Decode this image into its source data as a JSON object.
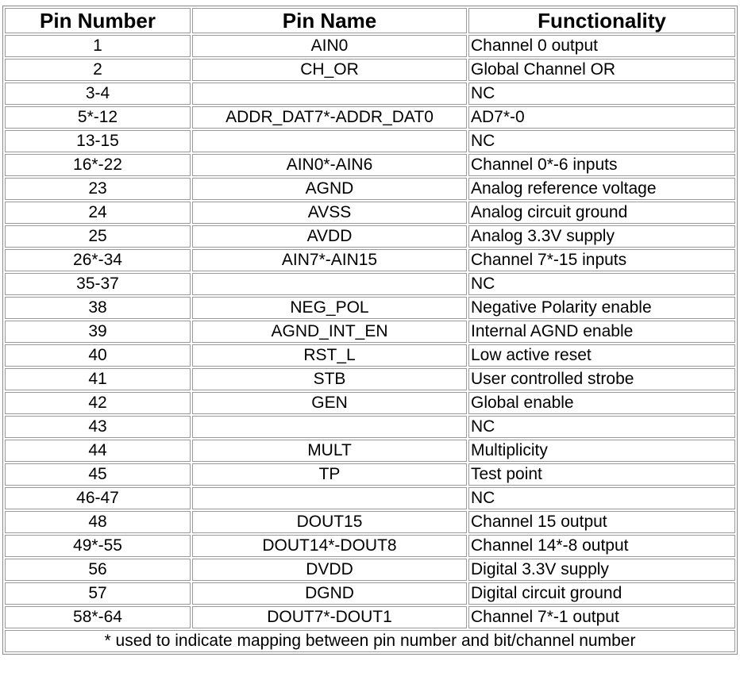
{
  "table": {
    "headers": {
      "pin_number": "Pin Number",
      "pin_name": "Pin Name",
      "functionality": "Functionality"
    },
    "rows": [
      {
        "pin": "1",
        "name": "AIN0",
        "func": "Channel 0 output"
      },
      {
        "pin": "2",
        "name": "CH_OR",
        "func": "Global Channel OR"
      },
      {
        "pin": "3-4",
        "name": "",
        "func": "NC"
      },
      {
        "pin": "5*-12",
        "name": "ADDR_DAT7*-ADDR_DAT0",
        "func": "AD7*-0"
      },
      {
        "pin": "13-15",
        "name": "",
        "func": "NC"
      },
      {
        "pin": "16*-22",
        "name": "AIN0*-AIN6",
        "func": "Channel 0*-6 inputs"
      },
      {
        "pin": "23",
        "name": "AGND",
        "func": "Analog reference voltage"
      },
      {
        "pin": "24",
        "name": "AVSS",
        "func": "Analog circuit ground"
      },
      {
        "pin": "25",
        "name": "AVDD",
        "func": "Analog 3.3V supply"
      },
      {
        "pin": "26*-34",
        "name": "AIN7*-AIN15",
        "func": "Channel 7*-15 inputs"
      },
      {
        "pin": "35-37",
        "name": "",
        "func": "NC"
      },
      {
        "pin": "38",
        "name": "NEG_POL",
        "func": "Negative Polarity enable"
      },
      {
        "pin": "39",
        "name": "AGND_INT_EN",
        "func": "Internal AGND enable"
      },
      {
        "pin": "40",
        "name": "RST_L",
        "func": "Low active reset"
      },
      {
        "pin": "41",
        "name": "STB",
        "func": "User controlled strobe"
      },
      {
        "pin": "42",
        "name": "GEN",
        "func": "Global enable"
      },
      {
        "pin": "43",
        "name": "",
        "func": "NC"
      },
      {
        "pin": "44",
        "name": "MULT",
        "func": "Multiplicity"
      },
      {
        "pin": "45",
        "name": "TP",
        "func": "Test point"
      },
      {
        "pin": "46-47",
        "name": "",
        "func": "NC"
      },
      {
        "pin": "48",
        "name": "DOUT15",
        "func": "Channel 15 output"
      },
      {
        "pin": "49*-55",
        "name": "DOUT14*-DOUT8",
        "func": "Channel 14*-8 output"
      },
      {
        "pin": "56",
        "name": "DVDD",
        "func": "Digital 3.3V supply"
      },
      {
        "pin": "57",
        "name": "DGND",
        "func": "Digital circuit ground"
      },
      {
        "pin": "58*-64",
        "name": "DOUT7*-DOUT1",
        "func": "Channel 7*-1 output"
      }
    ],
    "footnote": "* used to indicate mapping between pin number and bit/channel number"
  }
}
